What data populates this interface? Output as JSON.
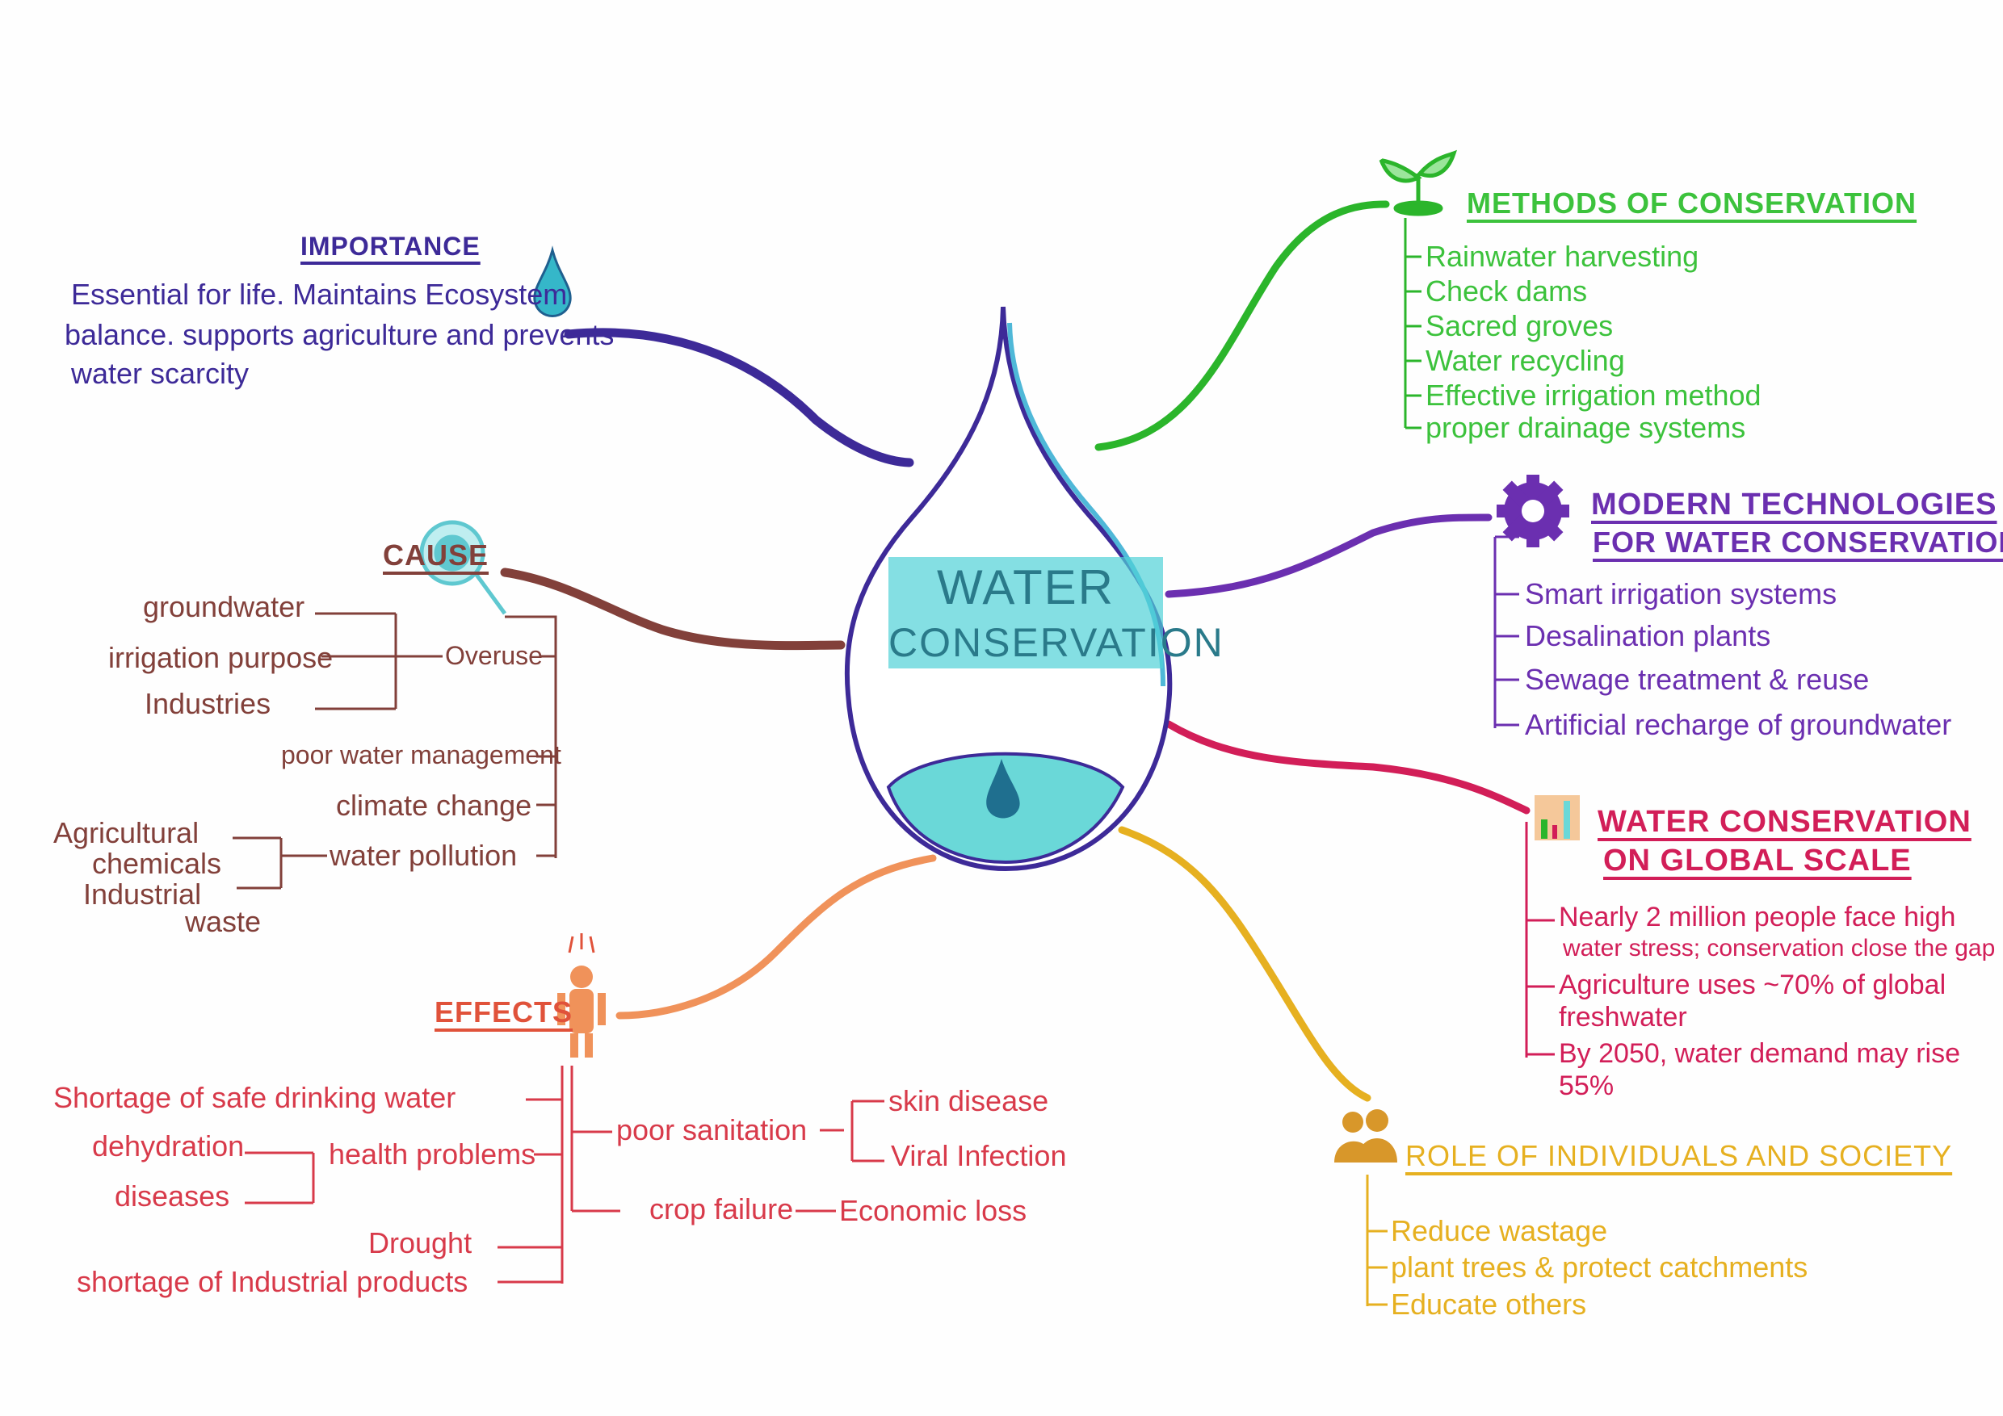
{
  "center": {
    "title_line1": "WATER",
    "title_line2": "CONSERVATION"
  },
  "importance": {
    "title": "IMPORTANCE",
    "lines": [
      "Essential for life. Maintains Ecosystem",
      "balance. supports agriculture and prevents",
      "water scarcity"
    ]
  },
  "methods": {
    "title": "METHODS OF CONSERVATION",
    "items": [
      "Rainwater harvesting",
      "Check dams",
      "Sacred groves",
      "Water recycling",
      "Effective irrigation method",
      "proper drainage systems"
    ]
  },
  "modern": {
    "title_line1": "MODERN TECHNOLOGIES",
    "title_line2": "FOR WATER CONSERVATION",
    "items": [
      "Smart irrigation systems",
      "Desalination plants",
      "Sewage treatment & reuse",
      "Artificial recharge of groundwater"
    ]
  },
  "global": {
    "title_line1": "WATER CONSERVATION",
    "title_line2": "ON GLOBAL SCALE",
    "items": [
      [
        "Nearly 2 million people face high",
        "water stress; conservation close the gap"
      ],
      [
        "Agriculture uses ~70% of global",
        "freshwater"
      ],
      [
        "By 2050, water demand may rise",
        "55%"
      ]
    ]
  },
  "role": {
    "title": "ROLE OF INDIVIDUALS AND SOCIETY",
    "items": [
      "Reduce wastage",
      "plant trees & protect catchments",
      "Educate others"
    ]
  },
  "cause": {
    "title": "CAUSE",
    "overuse": "Overuse",
    "overuse_items": [
      "groundwater",
      "irrigation purpose",
      "Industries"
    ],
    "others": [
      "poor water management",
      "climate change",
      "water pollution"
    ],
    "pollution_items": [
      "Agricultural",
      "chemicals",
      "Industrial",
      "waste"
    ]
  },
  "effects": {
    "title": "EFFECTS",
    "shortage_water": "Shortage of safe drinking water",
    "health": "health problems",
    "health_items": [
      "dehydration",
      "diseases"
    ],
    "sanitation": "poor sanitation",
    "sanitation_items": [
      "skin disease",
      "Viral Infection"
    ],
    "crop": "crop failure",
    "economic": "Economic loss",
    "drought": "Drought",
    "industrial": "shortage of Industrial products"
  },
  "colors": {
    "importance": "#3d2a98",
    "methods": "#3cc23c",
    "modern": "#6b2fb0",
    "global": "#d21e58",
    "role": "#e6b020",
    "effects": "#e0523a",
    "cause": "#82403a",
    "drop": "#50d2d7"
  }
}
